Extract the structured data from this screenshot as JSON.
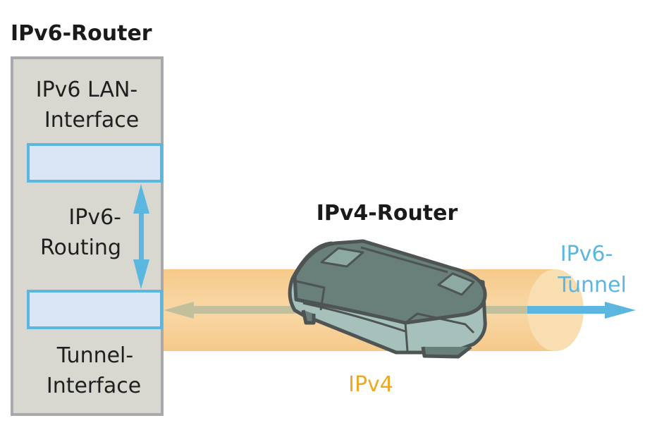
{
  "ipv6_router": {
    "title": "IPv6-Router",
    "lan_interface_label_line1": "IPv6 LAN-",
    "lan_interface_label_line2": "Interface",
    "routing_label_line1": "IPv6-",
    "routing_label_line2": "Routing",
    "tunnel_interface_label_line1": "Tunnel-",
    "tunnel_interface_label_line2": "Interface"
  },
  "ipv4_router": {
    "title": "IPv4-Router",
    "icon": "router-device-icon"
  },
  "tunnel": {
    "label_line1": "IPv6-",
    "label_line2": "Tunnel",
    "ipv4_label": "IPv4"
  },
  "colors": {
    "router_box_fill": "#d8d7d0",
    "router_box_border": "#a9a9ab",
    "interface_fill": "#d9e6f5",
    "interface_border": "#5bb6e0",
    "arrow_blue": "#5bb6e0",
    "tube_fill": "#f7cf92",
    "tube_end_fill": "#f8deb0",
    "arrow_khaki": "#c2bf9c",
    "ipv4_text": "#f0a823",
    "tunnel_text": "#5bb6e0",
    "router_dark": "#687f7a",
    "router_light": "#a6c1bb",
    "router_outline": "#4d5453"
  }
}
